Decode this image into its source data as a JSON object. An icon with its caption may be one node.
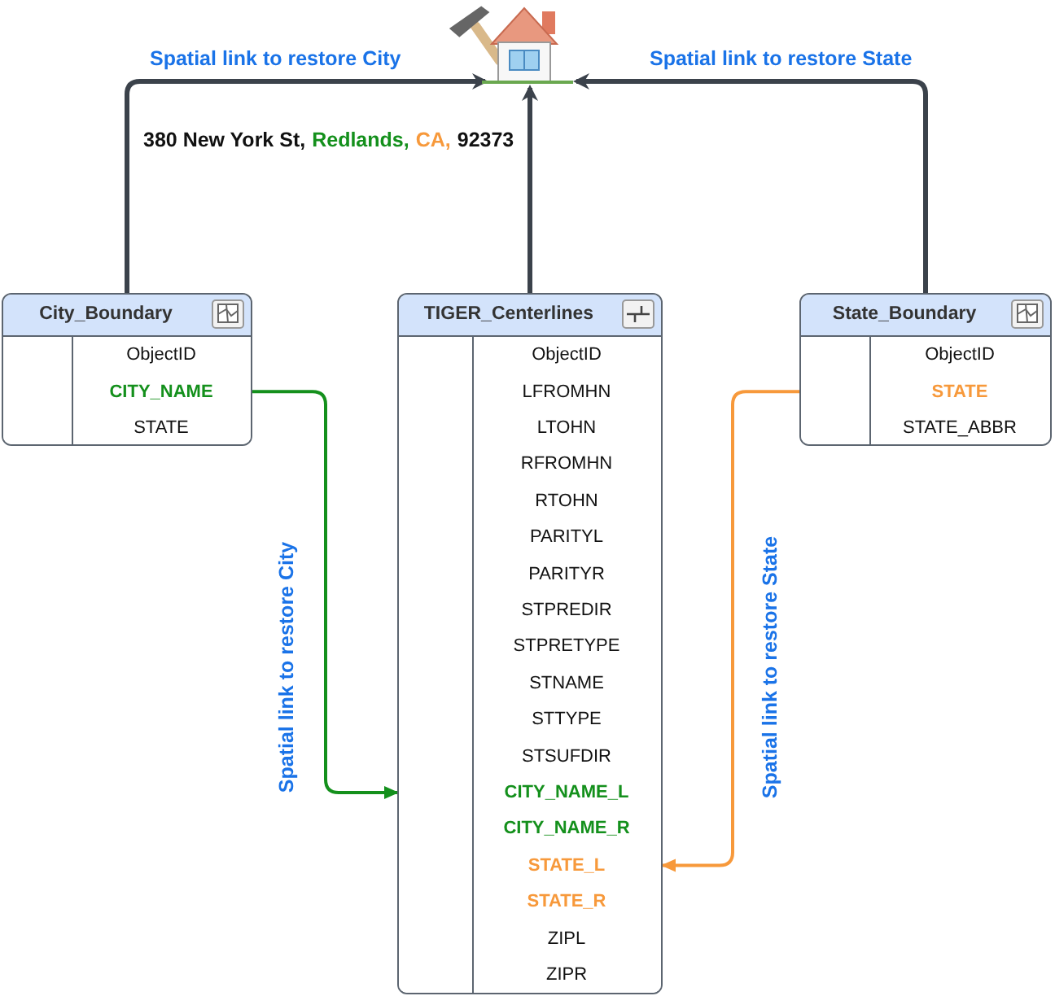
{
  "diagram": {
    "nodes": [
      {
        "text": [],
        "shape": "picture"
      },
      {
        "text": [
          "City_Boundary"
        ]
      },
      {
        "text": [
          "ObjectID"
        ],
        "in": 1
      },
      {
        "text": [
          "CITY_NAME"
        ],
        "in": 1
      },
      {
        "text": [
          "STATE"
        ],
        "in": 1
      },
      {
        "text": [
          "TIGER_Centerlines"
        ]
      },
      {
        "text": [
          "ObjectID"
        ],
        "in": 5
      },
      {
        "text": [
          "LFROMHN"
        ],
        "in": 5
      },
      {
        "text": [
          "LTOHN"
        ],
        "in": 5
      },
      {
        "text": [
          "RFROMHN"
        ],
        "in": 5
      },
      {
        "text": [
          "RTOHN"
        ],
        "in": 5
      },
      {
        "text": [
          "PARITYL"
        ],
        "in": 5
      },
      {
        "text": [
          "PARITYR"
        ],
        "in": 5
      },
      {
        "text": [
          "STPREDIR"
        ],
        "in": 5
      },
      {
        "text": [
          "STPRETYPE"
        ],
        "in": 5
      },
      {
        "text": [
          "STNAME"
        ],
        "in": 5
      },
      {
        "text": [
          "STTYPE"
        ],
        "in": 5
      },
      {
        "text": [
          "STSUFDIR"
        ],
        "in": 5
      },
      {
        "text": [
          "CITY_NAME_L"
        ],
        "in": 5
      },
      {
        "text": [
          "CITY_NAME_R"
        ],
        "in": 5
      },
      {
        "text": [
          "STATE_L"
        ],
        "in": 5
      },
      {
        "text": [
          "STATE_R"
        ],
        "in": 5
      },
      {
        "text": [
          "ZIPL"
        ],
        "in": 5
      },
      {
        "text": [
          "ZIPR"
        ],
        "in": 5
      },
      {
        "text": [
          "State_Boundary"
        ]
      },
      {
        "text": [
          "ObjectID"
        ],
        "in": 24
      },
      {
        "text": [
          "STATE"
        ],
        "in": 24
      },
      {
        "text": [
          "STATE_ABBR"
        ],
        "in": 24
      }
    ],
    "edges": [
      {
        "from": 1,
        "to": 0,
        "arrow": "to",
        "label": "Spatial link to restore City"
      },
      {
        "from": 5,
        "to": 0,
        "arrow": "to"
      },
      {
        "from": 24,
        "to": 0,
        "arrow": "to",
        "label": "Spatial link to restore State"
      },
      {
        "from": 3,
        "to": 18,
        "arrow": "to",
        "label": "Spatial link to restore City",
        "color": "#14901c"
      },
      {
        "from": 26,
        "to": 20,
        "arrow": "to",
        "label": "Spatial link to restore State",
        "color": "#f7993b"
      }
    ],
    "labels": [
      "380 New York St,",
      "Redlands,",
      "CA,",
      "92373"
    ]
  }
}
